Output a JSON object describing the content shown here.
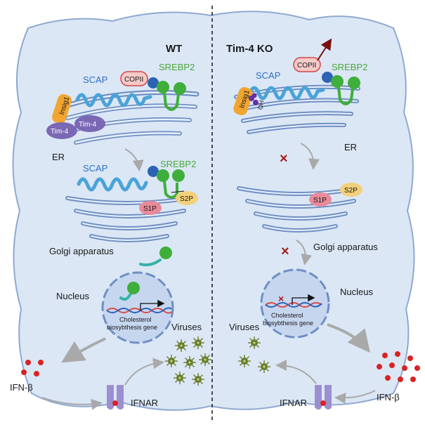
{
  "panels": {
    "wt": {
      "title": "WT"
    },
    "ko": {
      "title": "Tim-4 KO"
    }
  },
  "labels": {
    "scap": "SCAP",
    "srebp2": "SREBP2",
    "copii": "COPII",
    "insig1": "Insig1",
    "tim4": "Tim-4",
    "oh": "OH",
    "er": "ER",
    "s1p": "S1P",
    "s2p": "S2P",
    "golgi": "Golgi apparatus",
    "nucleus": "Nucleus",
    "gene_line1": "Cholesterol",
    "gene_line2": "biosybthesis gene",
    "gene_ko_line2": "biosybthesis gene",
    "viruses": "Viruses",
    "ifnb": "IFN-β",
    "ifnar": "IFNAR",
    "blocked": "×"
  },
  "colors": {
    "cell_fill": "#dbe7f5",
    "membrane": "#6f8fc4",
    "scap": "#4aa3d8",
    "srebp_green": "#3fae3a",
    "copii_fill": "#f6c9c9",
    "copii_stroke": "#d64545",
    "insig": "#f2a530",
    "tim4": "#7b68b5",
    "s1p": "#e88a9a",
    "s2p": "#f3d07a",
    "ifn_red": "#d92323",
    "virus": "#6a7d2a",
    "block_red": "#a31e1e"
  }
}
